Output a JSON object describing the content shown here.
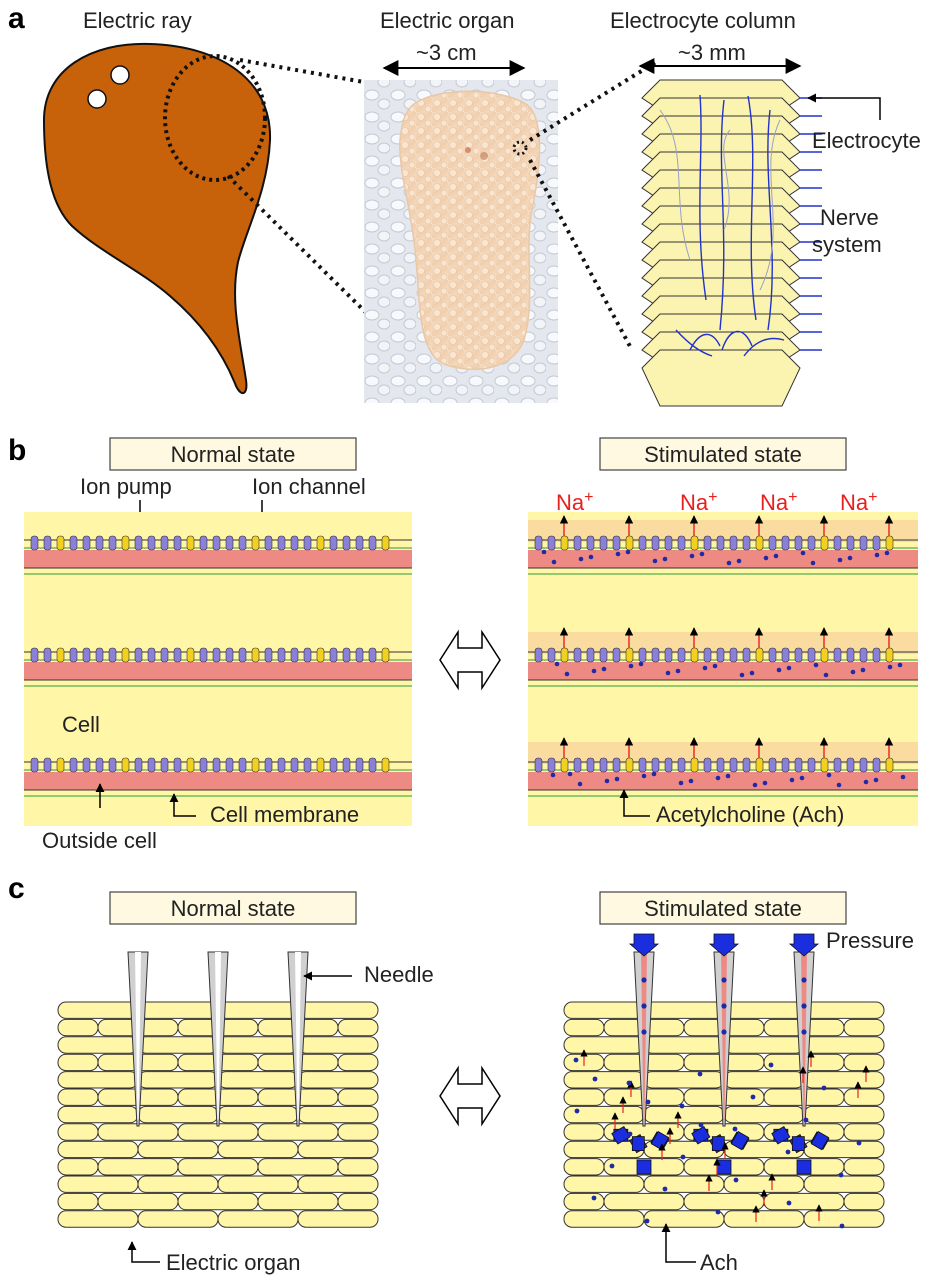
{
  "panel_a": {
    "letter": "a",
    "ray_title": "Electric ray",
    "organ_title": "Electric organ",
    "organ_scale": "~3 cm",
    "column_title": "Electrocyte column",
    "column_scale": "~3 mm",
    "electrocyte_label": "Electrocyte",
    "nerve_label_1": "Nerve",
    "nerve_label_2": "system"
  },
  "panel_b": {
    "letter": "b",
    "normal_title": "Normal state",
    "stimulated_title": "Stimulated state",
    "ion_pump_label": "Ion pump",
    "ion_channel_label": "Ion channel",
    "cell_label": "Cell",
    "cell_membrane_label": "Cell membrane",
    "outside_cell_label": "Outside cell",
    "ach_label": "Acetylcholine (Ach)",
    "na_labels": [
      "Na",
      "Na",
      "Na",
      "Na"
    ],
    "na_charge": "+"
  },
  "panel_c": {
    "letter": "c",
    "normal_title": "Normal state",
    "stimulated_title": "Stimulated state",
    "needle_label": "Needle",
    "pressure_label": "Pressure",
    "electric_organ_label": "Electric organ",
    "ach_label": "Ach"
  },
  "colors": {
    "ray_body": "#c8620a",
    "cell_fill": "#fff6a8",
    "membrane_band": "#ee8a84",
    "pump": "#8a80d8",
    "channel": "#f2d020",
    "ach_dot": "#1f2aa8",
    "arrow_red": "#e8201c",
    "pressure_blue": "#1a2ee0"
  }
}
